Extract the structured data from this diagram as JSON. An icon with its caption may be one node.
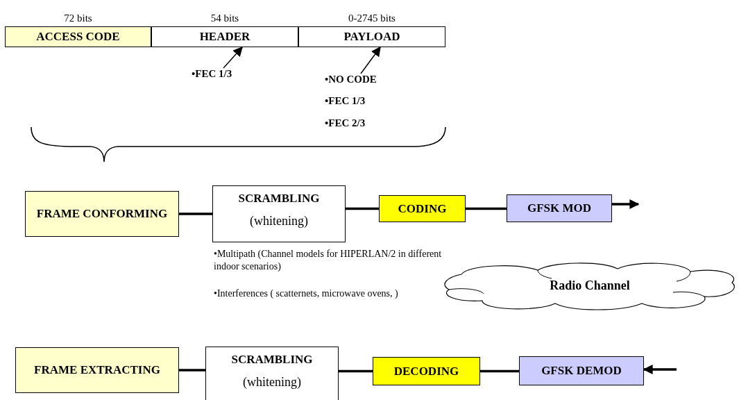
{
  "diagram": {
    "nodes": [
      {
        "text": [
          "ACCESS CODE"
        ],
        "beside": [
          "72 bits"
        ]
      },
      {
        "text": [
          "HEADER"
        ],
        "beside": [
          "54 bits"
        ]
      },
      {
        "text": [
          "PAYLOAD"
        ],
        "beside": [
          "0-2745 bits"
        ]
      },
      {
        "text": [
          "•FEC 1/3"
        ]
      },
      {
        "text": [
          "•NO CODE",
          "•FEC 1/3",
          "•FEC 2/3"
        ]
      },
      {
        "text": [
          "FRAME CONFORMING"
        ]
      },
      {
        "text": [
          "SCRAMBLING",
          "(whitening)"
        ]
      },
      {
        "text": [
          "CODING"
        ]
      },
      {
        "text": [
          "GFSK MOD"
        ]
      },
      {
        "text": [
          "Radio Channel"
        ]
      },
      {
        "text": [
          "FRAME EXTRACTING"
        ]
      },
      {
        "text": [
          "SCRAMBLING",
          "(whitening)"
        ]
      },
      {
        "text": [
          "DECODING"
        ]
      },
      {
        "text": [
          "GFSK DEMOD"
        ]
      }
    ],
    "edges": [
      {
        "from": 3,
        "to": 1,
        "arrow": "to"
      },
      {
        "from": 4,
        "to": 2,
        "arrow": "to"
      },
      {
        "from": 5,
        "to": 6,
        "arrow": "none"
      },
      {
        "from": 6,
        "to": 7,
        "arrow": "none"
      },
      {
        "from": 7,
        "to": 8,
        "arrow": "none"
      },
      {
        "from": 8,
        "to": null,
        "arrow": "to"
      },
      {
        "from": null,
        "to": 13,
        "arrow": "to"
      },
      {
        "from": 13,
        "to": 12,
        "arrow": "none"
      },
      {
        "from": 12,
        "to": 11,
        "arrow": "none"
      },
      {
        "from": 11,
        "to": 10,
        "arrow": "none"
      }
    ],
    "labels": [
      "•Multipath (Channel models for HIPERLAN/2 in different indoor scenarios)",
      "•Interferences ( scatternets, microwave ovens, )"
    ]
  }
}
